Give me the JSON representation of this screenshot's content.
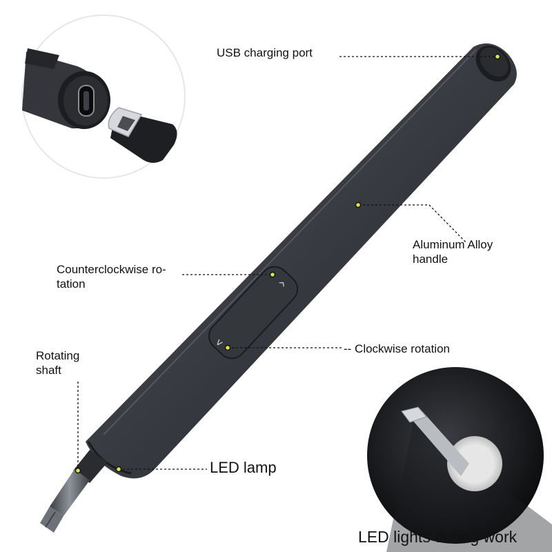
{
  "labels": {
    "usb_port": "USB charging port",
    "handle": "Aluminum  Alloy\nhandle",
    "ccw_rotation": "Counterclockwise ro-\ntation",
    "cw_rotation": "-- Clockwise rotation",
    "rotating_shaft": "Rotating\nshaft",
    "led_lamp": "LED lamp",
    "led_caption": "LED lights during work"
  },
  "colors": {
    "body_dark": "#2c2e33",
    "body_mid": "#4a4d54",
    "callout_dot": "#d9e64a",
    "background": "#ffffff"
  },
  "icons": {
    "ccw_arrow": "chevron-up-icon",
    "cw_arrow": "chevron-down-icon"
  }
}
